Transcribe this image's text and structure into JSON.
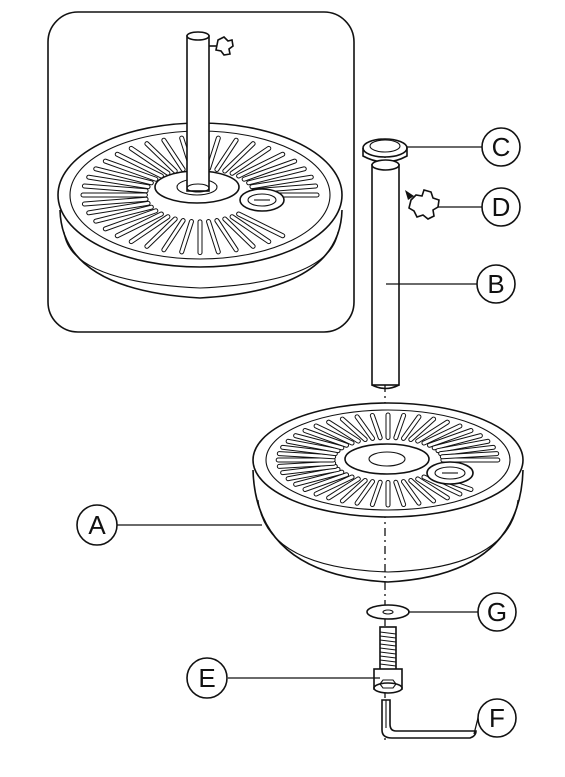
{
  "callouts": {
    "a": "A",
    "b": "B",
    "c": "C",
    "d": "D",
    "e": "E",
    "f": "F",
    "g": "G"
  },
  "icons": [
    "umbrella-base-assembled",
    "umbrella-base",
    "pole-tube",
    "collar-ring",
    "knob-screw",
    "bolt",
    "allen-key",
    "washer"
  ]
}
